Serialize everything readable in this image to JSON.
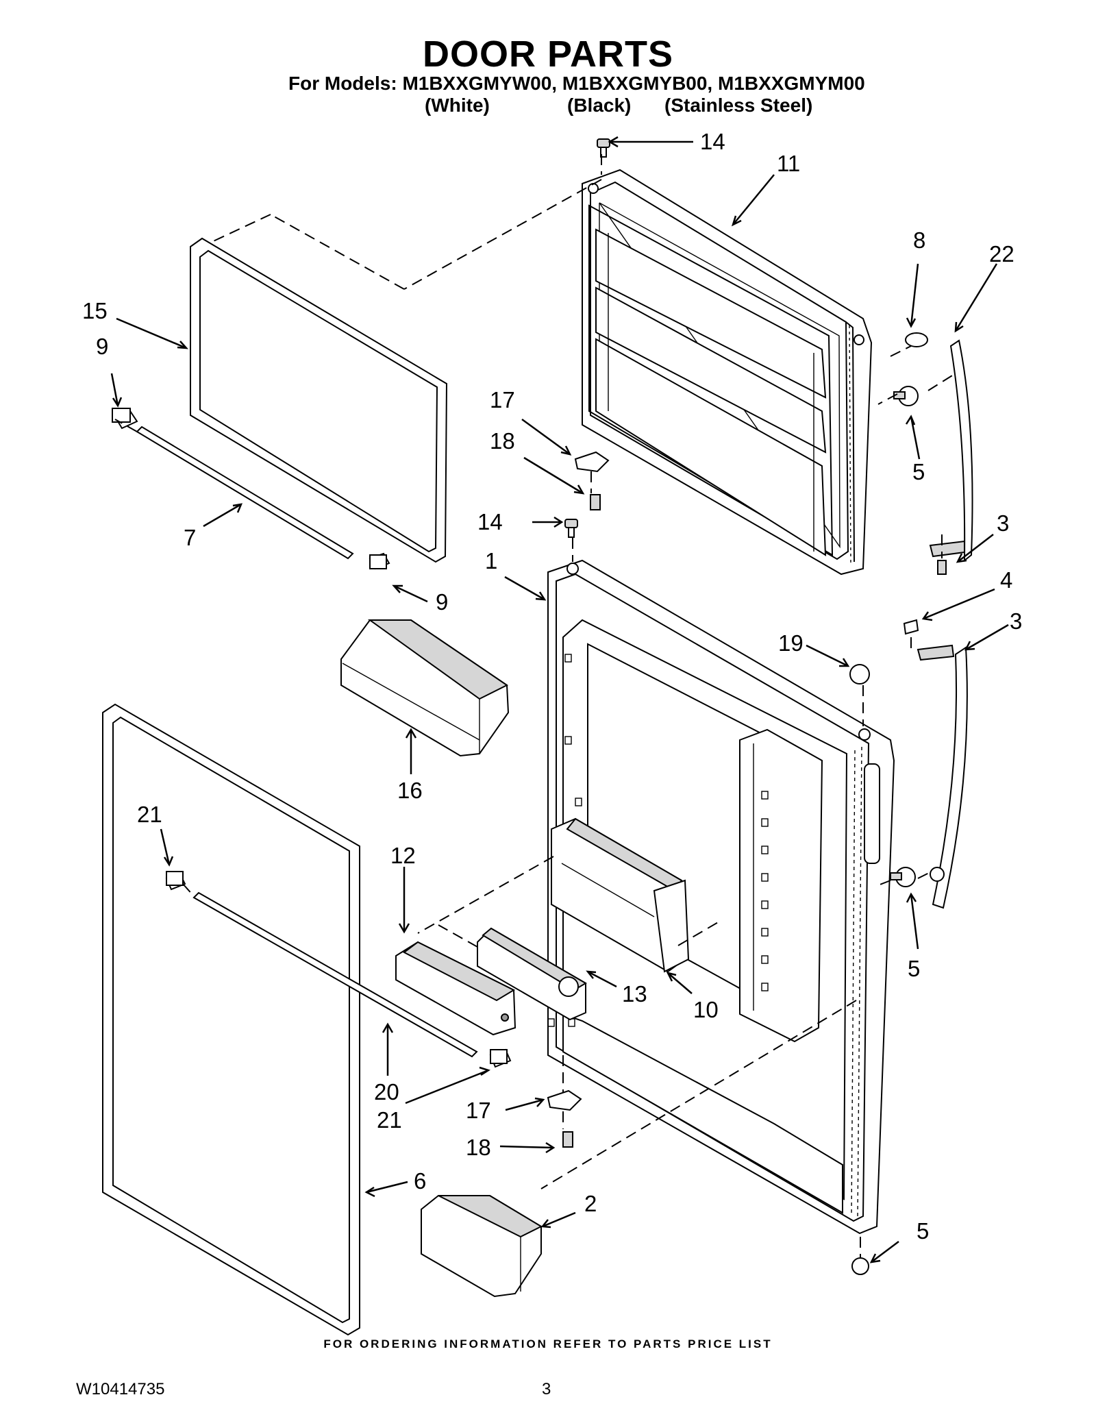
{
  "title": "DOOR PARTS",
  "models_line": "For Models: M1BXXGMYW00, M1BXXGMYB00, M1BXXGMYM00",
  "variants": [
    "(White)",
    "(Black)",
    "(Stainless Steel)"
  ],
  "footer_note": "FOR ORDERING INFORMATION REFER TO PARTS PRICE LIST",
  "doc_number": "W10414735",
  "page_number": "3",
  "callouts": [
    "14",
    "11",
    "8",
    "22",
    "15",
    "9",
    "17",
    "18",
    "5",
    "7",
    "14",
    "3",
    "1",
    "9",
    "4",
    "3",
    "19",
    "16",
    "21",
    "12",
    "5",
    "13",
    "10",
    "20",
    "21",
    "17",
    "18",
    "6",
    "2",
    "5"
  ]
}
